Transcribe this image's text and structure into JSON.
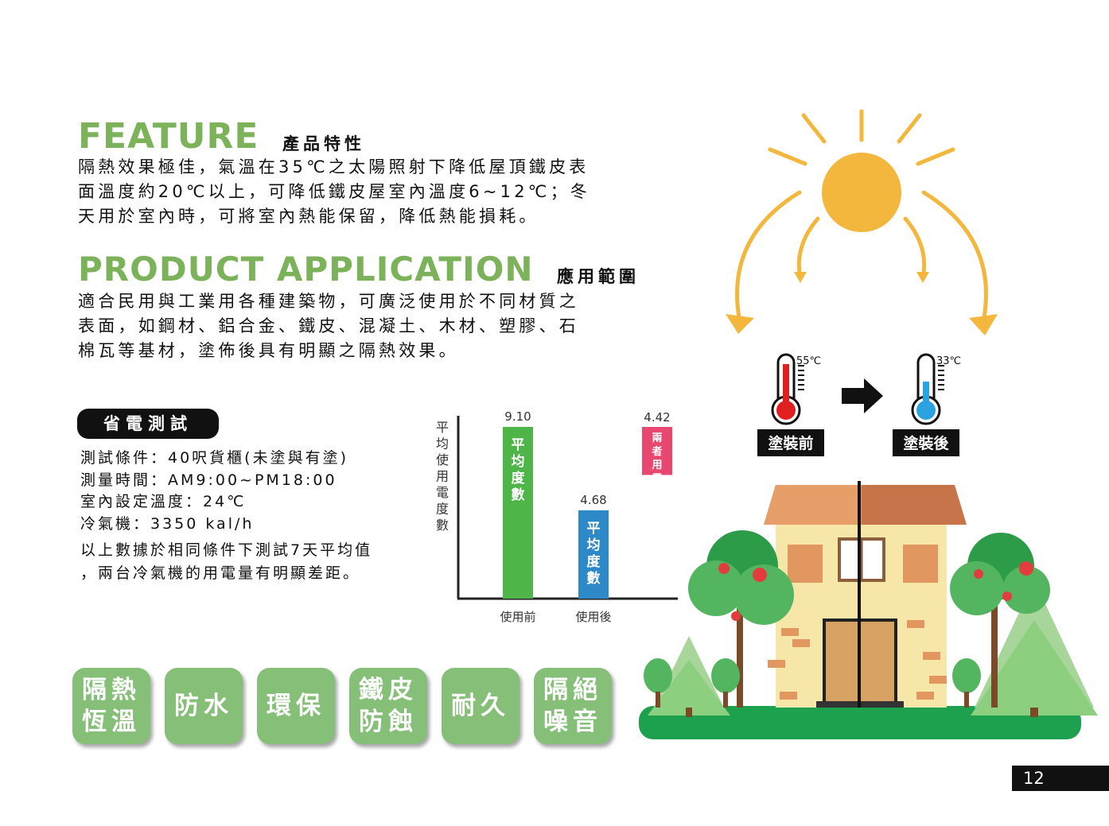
{
  "feature": {
    "title_en": "FEATURE",
    "title_zh": "產品特性",
    "lines": [
      "隔熱效果極佳，氣溫在35℃之太陽照射下降低屋頂鐵皮表",
      "面溫度約20℃以上，可降低鐵皮屋室內溫度6~12℃；冬",
      "天用於室內時，可將室內熱能保留，降低熱能損耗。"
    ]
  },
  "application": {
    "title_en": "PRODUCT APPLICATION",
    "title_zh": "應用範圍",
    "lines": [
      "適合民用與工業用各種建築物，可廣泛使用於不同材質之",
      "表面，如鋼材、鋁合金、鐵皮、混凝土、木材、塑膠、石",
      "棉瓦等基材，塗佈後具有明顯之隔熱效果。"
    ]
  },
  "test": {
    "label": "省電測試",
    "lines": [
      "測試條件：40呎貨櫃(未塗與有塗)",
      "測量時間：AM9:00~PM18:00",
      "室內設定溫度：24℃",
      "冷氣機：3350 kal/h"
    ],
    "summary": [
      "以上數據於相同條件下測試7天平均值",
      "，兩台冷氣機的用電量有明顯差距。"
    ]
  },
  "chart_data": {
    "type": "bar",
    "categories": [
      "使用前",
      "使用後"
    ],
    "values": [
      9.1,
      4.68
    ],
    "value_labels": [
      "9.10",
      "4.68"
    ],
    "bar_text": "平均度數",
    "bar_colors": [
      "#4fb548",
      "#2e89c8"
    ],
    "difference": {
      "value": 4.42,
      "label": "4.42",
      "text": "兩者用電度差",
      "color": "#e8486f"
    },
    "ylabel": "平均使用電度數",
    "xlabel": "",
    "ylim": [
      0,
      10
    ],
    "grid": false
  },
  "illustration": {
    "before_temp": "55℃",
    "after_temp": "33℃",
    "before_label": "塗裝前",
    "after_label": "塗裝後",
    "sun_color": "#f4b73d",
    "hot_color": "#e02020",
    "cool_color": "#2ba3e0",
    "icons": [
      "sun-icon",
      "thermometer-hot-icon",
      "arrow-right-icon",
      "thermometer-cool-icon",
      "house-icon",
      "tree-icon",
      "pine-tree-icon"
    ]
  },
  "badges": [
    {
      "line1": "隔熱",
      "line2": "恆溫"
    },
    {
      "line1": "防水",
      "line2": ""
    },
    {
      "line1": "環保",
      "line2": ""
    },
    {
      "line1": "鐵皮",
      "line2": "防蝕"
    },
    {
      "line1": "耐久",
      "line2": ""
    },
    {
      "line1": "隔絕",
      "line2": "噪音"
    }
  ],
  "page_number": "12",
  "colors": {
    "accent_green": "#7cb35a",
    "badge_green": "#86bf78"
  }
}
